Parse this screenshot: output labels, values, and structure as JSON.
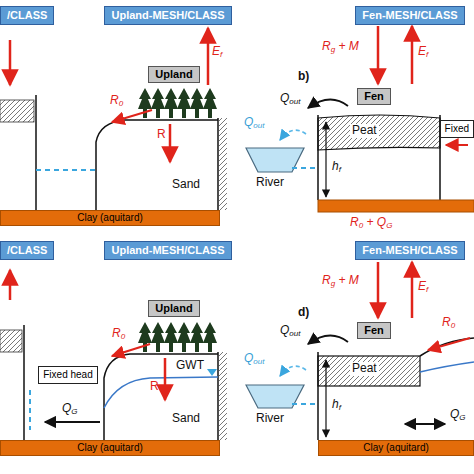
{
  "diagram": {
    "nodes": [
      {
        "text": [
          "/CLASS"
        ]
      },
      {
        "text": [
          "Upland-MESH/CLASS"
        ]
      },
      {
        "text": [
          "Upland"
        ]
      },
      {
        "text": [
          "Fen-MESH/CLASS"
        ]
      },
      {
        "text": [
          "Fen"
        ]
      },
      {
        "text": [
          "Fixed"
        ]
      },
      {
        "text": [
          "Clay (aquitard)"
        ]
      },
      {
        "text": [
          "/CLASS"
        ]
      },
      {
        "text": [
          "Upland-MESH/CLASS"
        ]
      },
      {
        "text": [
          "Upland"
        ]
      },
      {
        "text": [
          "Fixed head"
        ]
      },
      {
        "text": [
          "Clay (aquitard)"
        ]
      },
      {
        "text": [
          "Fen-MESH/CLASS"
        ]
      },
      {
        "text": [
          "Fen"
        ]
      },
      {
        "text": [
          "Clay (aquitard)"
        ]
      }
    ],
    "labels": [
      "Ef",
      "R0",
      "R",
      "Sand",
      "Rg + M",
      "Ef",
      "b)",
      "Qout",
      "Peat",
      "hf",
      "Qout",
      "River",
      "R0 + QG",
      "R0",
      "GWT",
      "R",
      "QG",
      "Sand",
      "Rg + M",
      "Ef",
      "d)",
      "Qout",
      "Peat",
      "hf",
      "R0",
      "QG",
      "Qout",
      "River"
    ]
  }
}
